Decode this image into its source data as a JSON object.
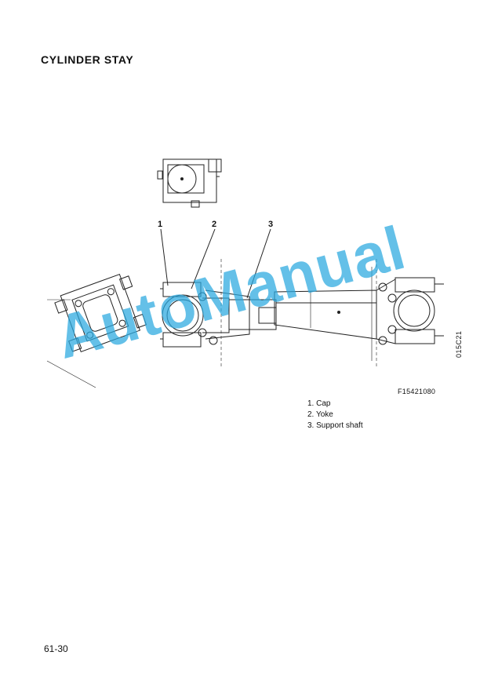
{
  "page": {
    "title": "CYLINDER STAY",
    "page_number": "61-30"
  },
  "figure": {
    "figure_code": "F15421080",
    "side_code": "015C21",
    "callouts": [
      "1",
      "2",
      "3"
    ],
    "legend": [
      "1. Cap",
      "2. Yoke",
      "3. Support shaft"
    ]
  },
  "watermark": {
    "text": "AutoManual",
    "color": "#29a9e0"
  }
}
